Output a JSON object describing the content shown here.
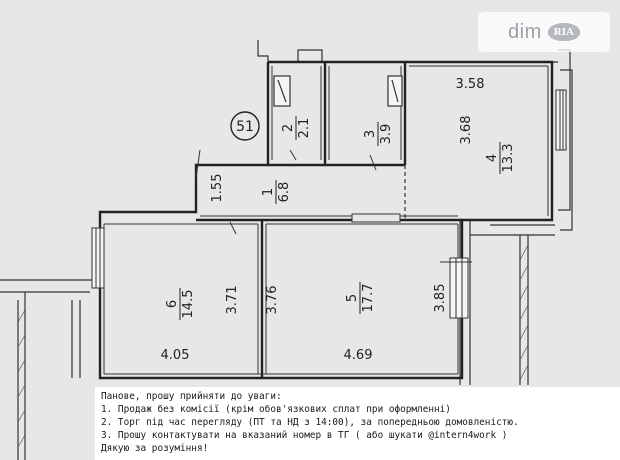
{
  "watermark": {
    "brand": "dim",
    "badge": "RIA"
  },
  "plan": {
    "apartment_number": "51",
    "rooms": [
      {
        "id": "2",
        "area": "2.1"
      },
      {
        "id": "3",
        "area": "3.9"
      },
      {
        "id": "4",
        "area": "13.3"
      },
      {
        "id": "1",
        "area": "6.8"
      },
      {
        "id": "6",
        "area": "14.5"
      },
      {
        "id": "5",
        "area": "17.7"
      }
    ],
    "dimensions": [
      "3.58",
      "3.68",
      "1.55",
      "3.71",
      "3.76",
      "3.85",
      "4.05",
      "4.69"
    ]
  },
  "note": {
    "lines": [
      "Панове, прошу прийняти до уваги:",
      "1. Продаж без комісії (крім обов'язкових сплат при оформленні)",
      "2. Торг під час перегляду (ПТ та НД з 14:00), за попередньою домовленістю.",
      "3. Прошу контактувати на вказаний номер в ТГ ( або шукати @intern4work )",
      "Дякую за розуміння!"
    ]
  }
}
